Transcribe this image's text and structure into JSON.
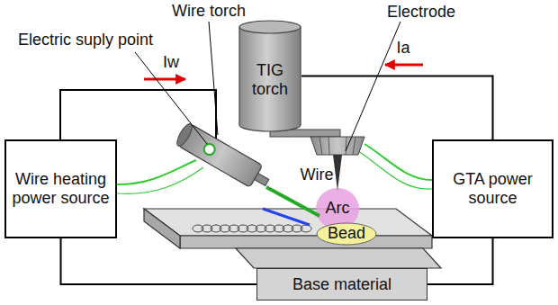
{
  "diagram": {
    "nodes": [
      {
        "text": [
          "Wire heating power source"
        ]
      },
      {
        "text": [
          "TIG torch"
        ]
      },
      {
        "text": [
          "GTA power source"
        ]
      },
      {
        "text": [
          "Base material"
        ]
      }
    ],
    "edges": [
      {
        "from": 0,
        "to": 3,
        "arrow": "none"
      },
      {
        "from": 2,
        "to": 3,
        "arrow": "none"
      },
      {
        "from": 2,
        "to": 1,
        "arrow": "none"
      }
    ],
    "labels": [
      "Wire torch",
      "Electrode",
      "Electric suply point",
      "Iw",
      "Ia",
      "Wire",
      "Arc",
      "Bead"
    ]
  }
}
